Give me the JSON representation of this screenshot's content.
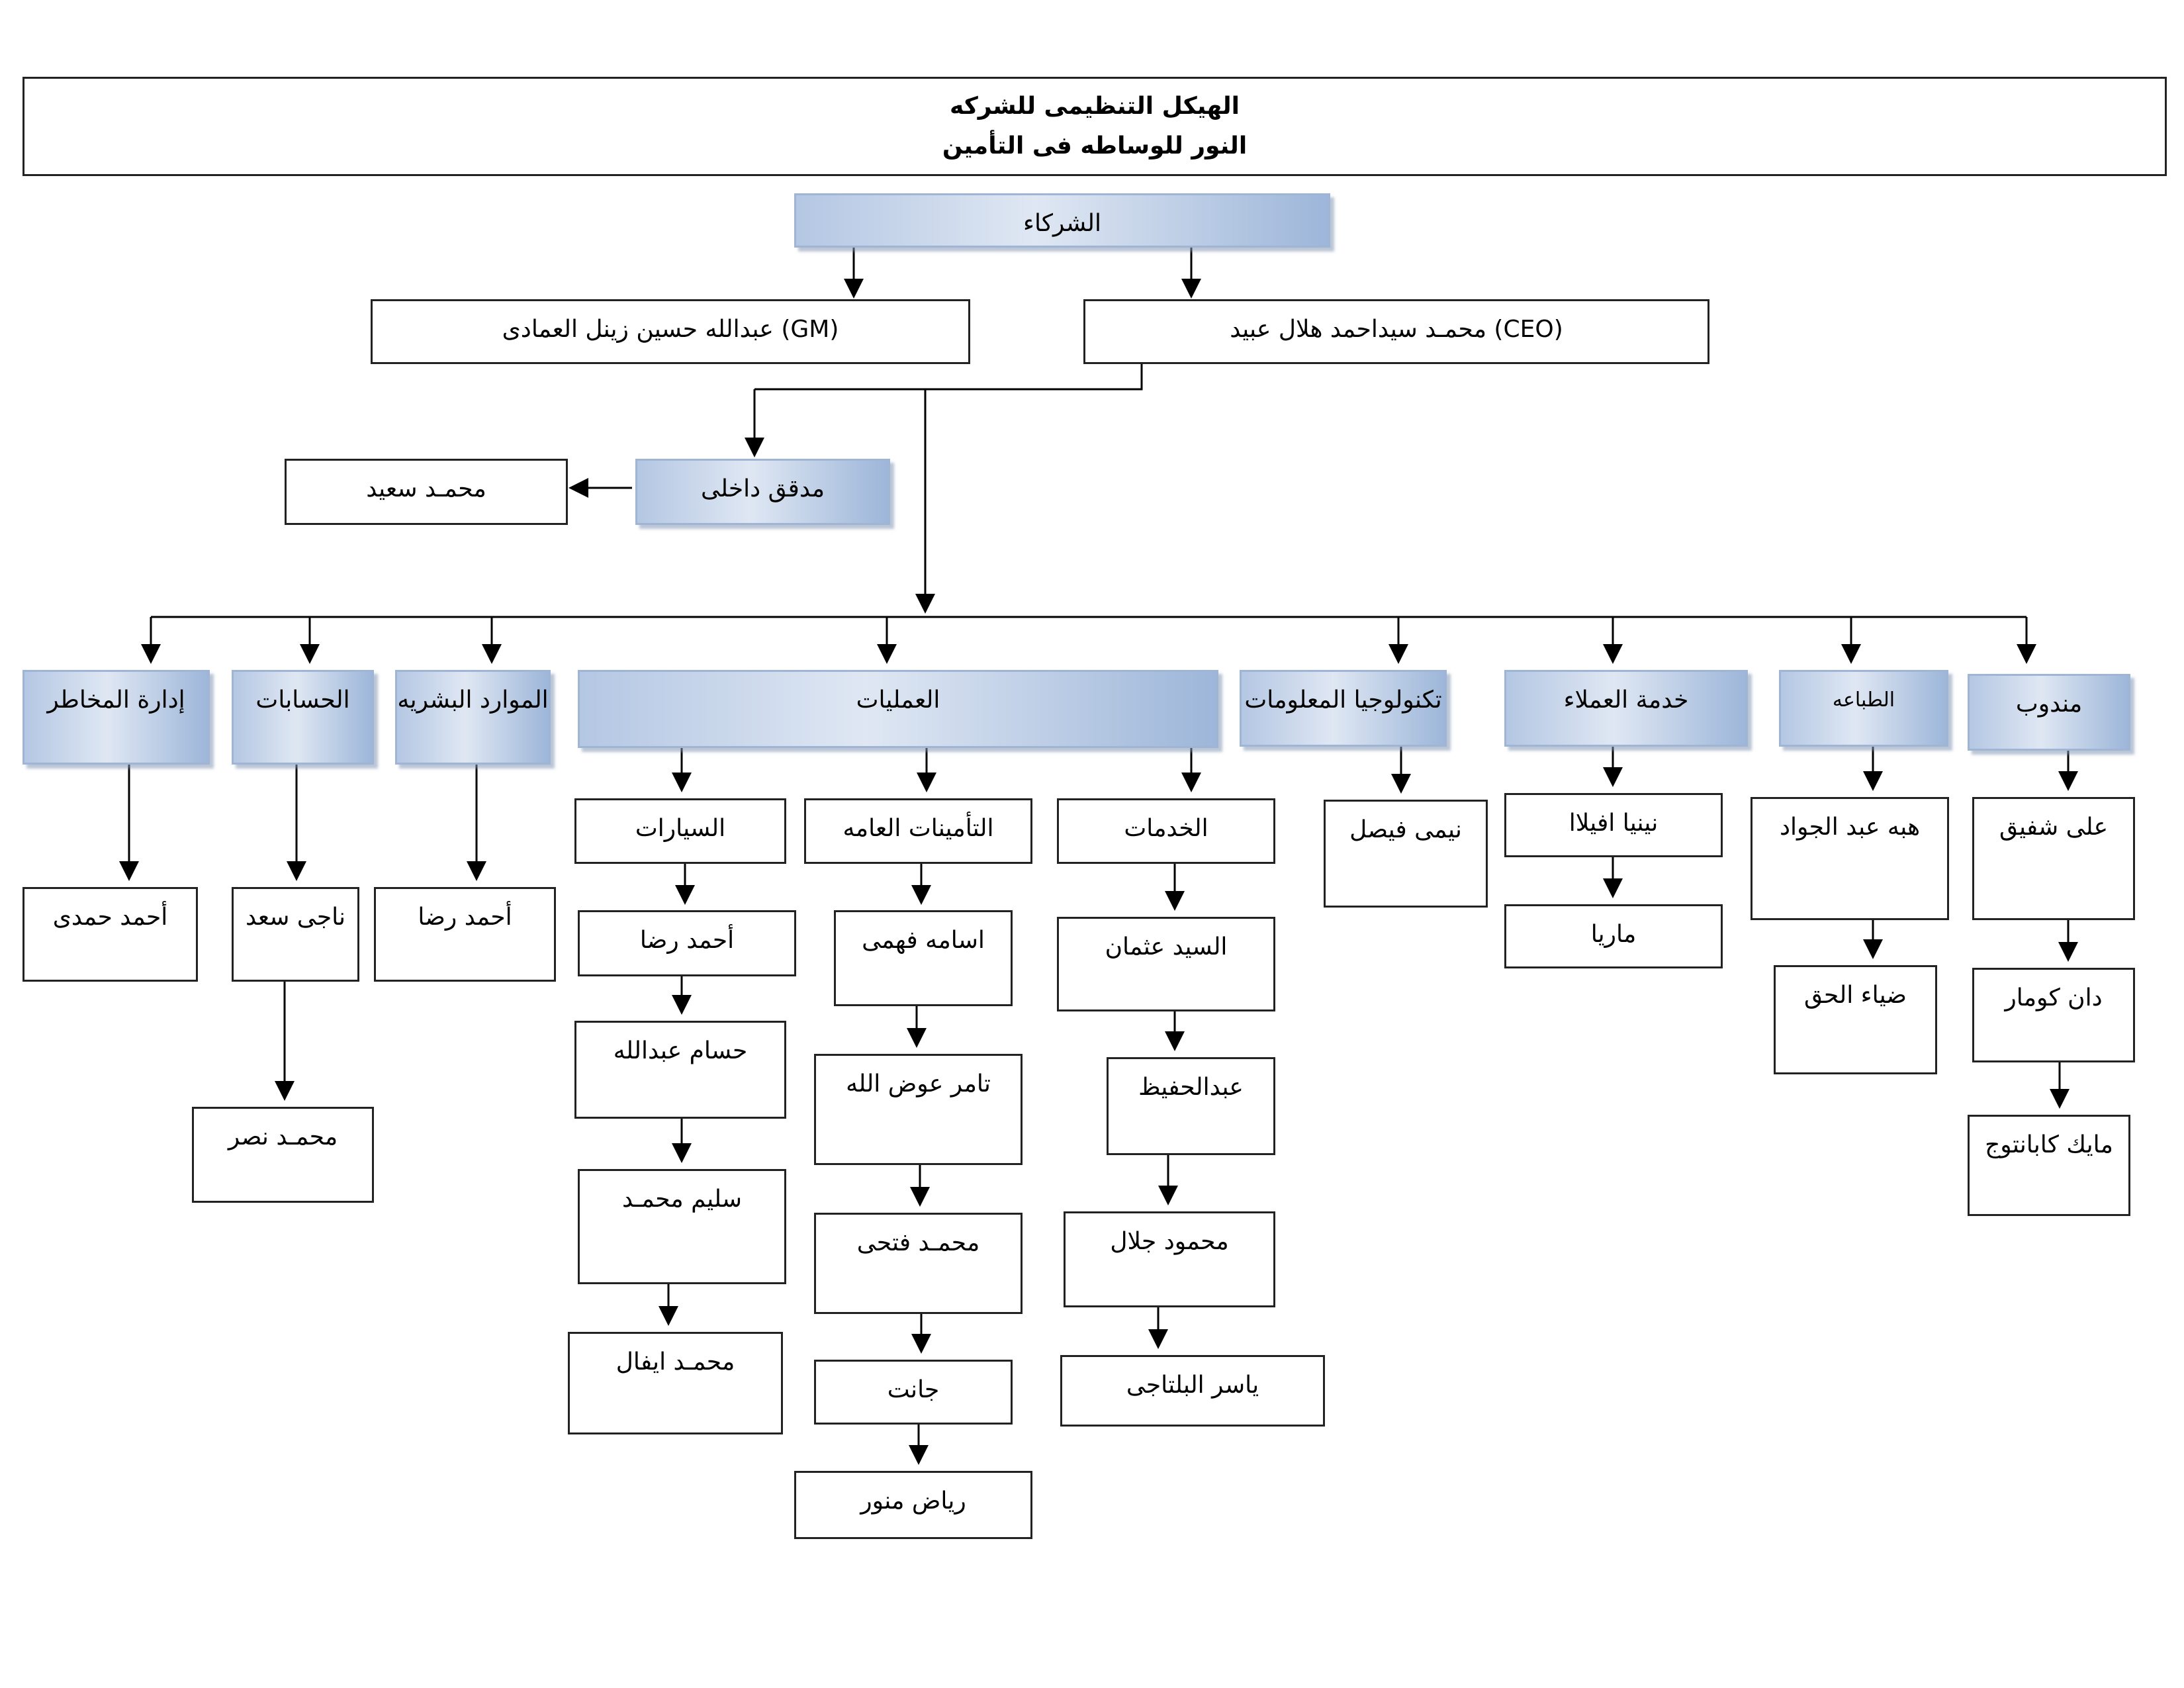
{
  "header": {
    "title_line1": "الهيكل التنظيمى للشركه",
    "title_line2": "النور للوساطه فى التأمين"
  },
  "top": {
    "partners": "الشركاء",
    "gm": "(GM)  عبدالله حسين زينل العمادى",
    "ceo": "(CEO) محمـد سيداحمد هلال عبيد",
    "auditor": "مدقق داخلى",
    "auditor_person": "محمـد سعيد"
  },
  "departments": {
    "risk": {
      "label": "إدارة المخاطر",
      "people": [
        "أحمد حمدى"
      ]
    },
    "accounts": {
      "label": "الحسابات",
      "people": [
        "ناجى سعد",
        "محمـد نصر"
      ]
    },
    "hr": {
      "label": "الموارد البشريه",
      "people": [
        "أحمد رضا"
      ]
    },
    "operations": {
      "label": "العمليات",
      "cars": {
        "label": "السيارات",
        "people": [
          "أحمد رضا",
          "حسام عبدالله",
          "سليم محمـد",
          "محمـد ايفال"
        ]
      },
      "general": {
        "label": "التأمينات العامه",
        "people": [
          "اسامه فهمى",
          "تامر عوض الله",
          "محمـد فتحى",
          "جانت",
          "رياض منور"
        ]
      },
      "services": {
        "label": "الخدمات",
        "people": [
          "السيد عثمان",
          "عبدالحفيظ",
          "محمود جلال",
          "ياسر البلتاجى"
        ]
      }
    },
    "it": {
      "label": "تكنولوجيا المعلومات",
      "people": [
        "نيمى فيصل"
      ]
    },
    "customer_service": {
      "label": "خدمة العملاء",
      "people": [
        "نينيا افيلاا",
        "ماريا"
      ]
    },
    "printing": {
      "label": "الطباعه",
      "people": [
        "هبه عبد الجواد",
        "ضياء الحق"
      ]
    },
    "rep": {
      "label": "مندوب",
      "people": [
        "على شفيق",
        "دان كومار",
        "مايك كابانتوج"
      ]
    }
  }
}
